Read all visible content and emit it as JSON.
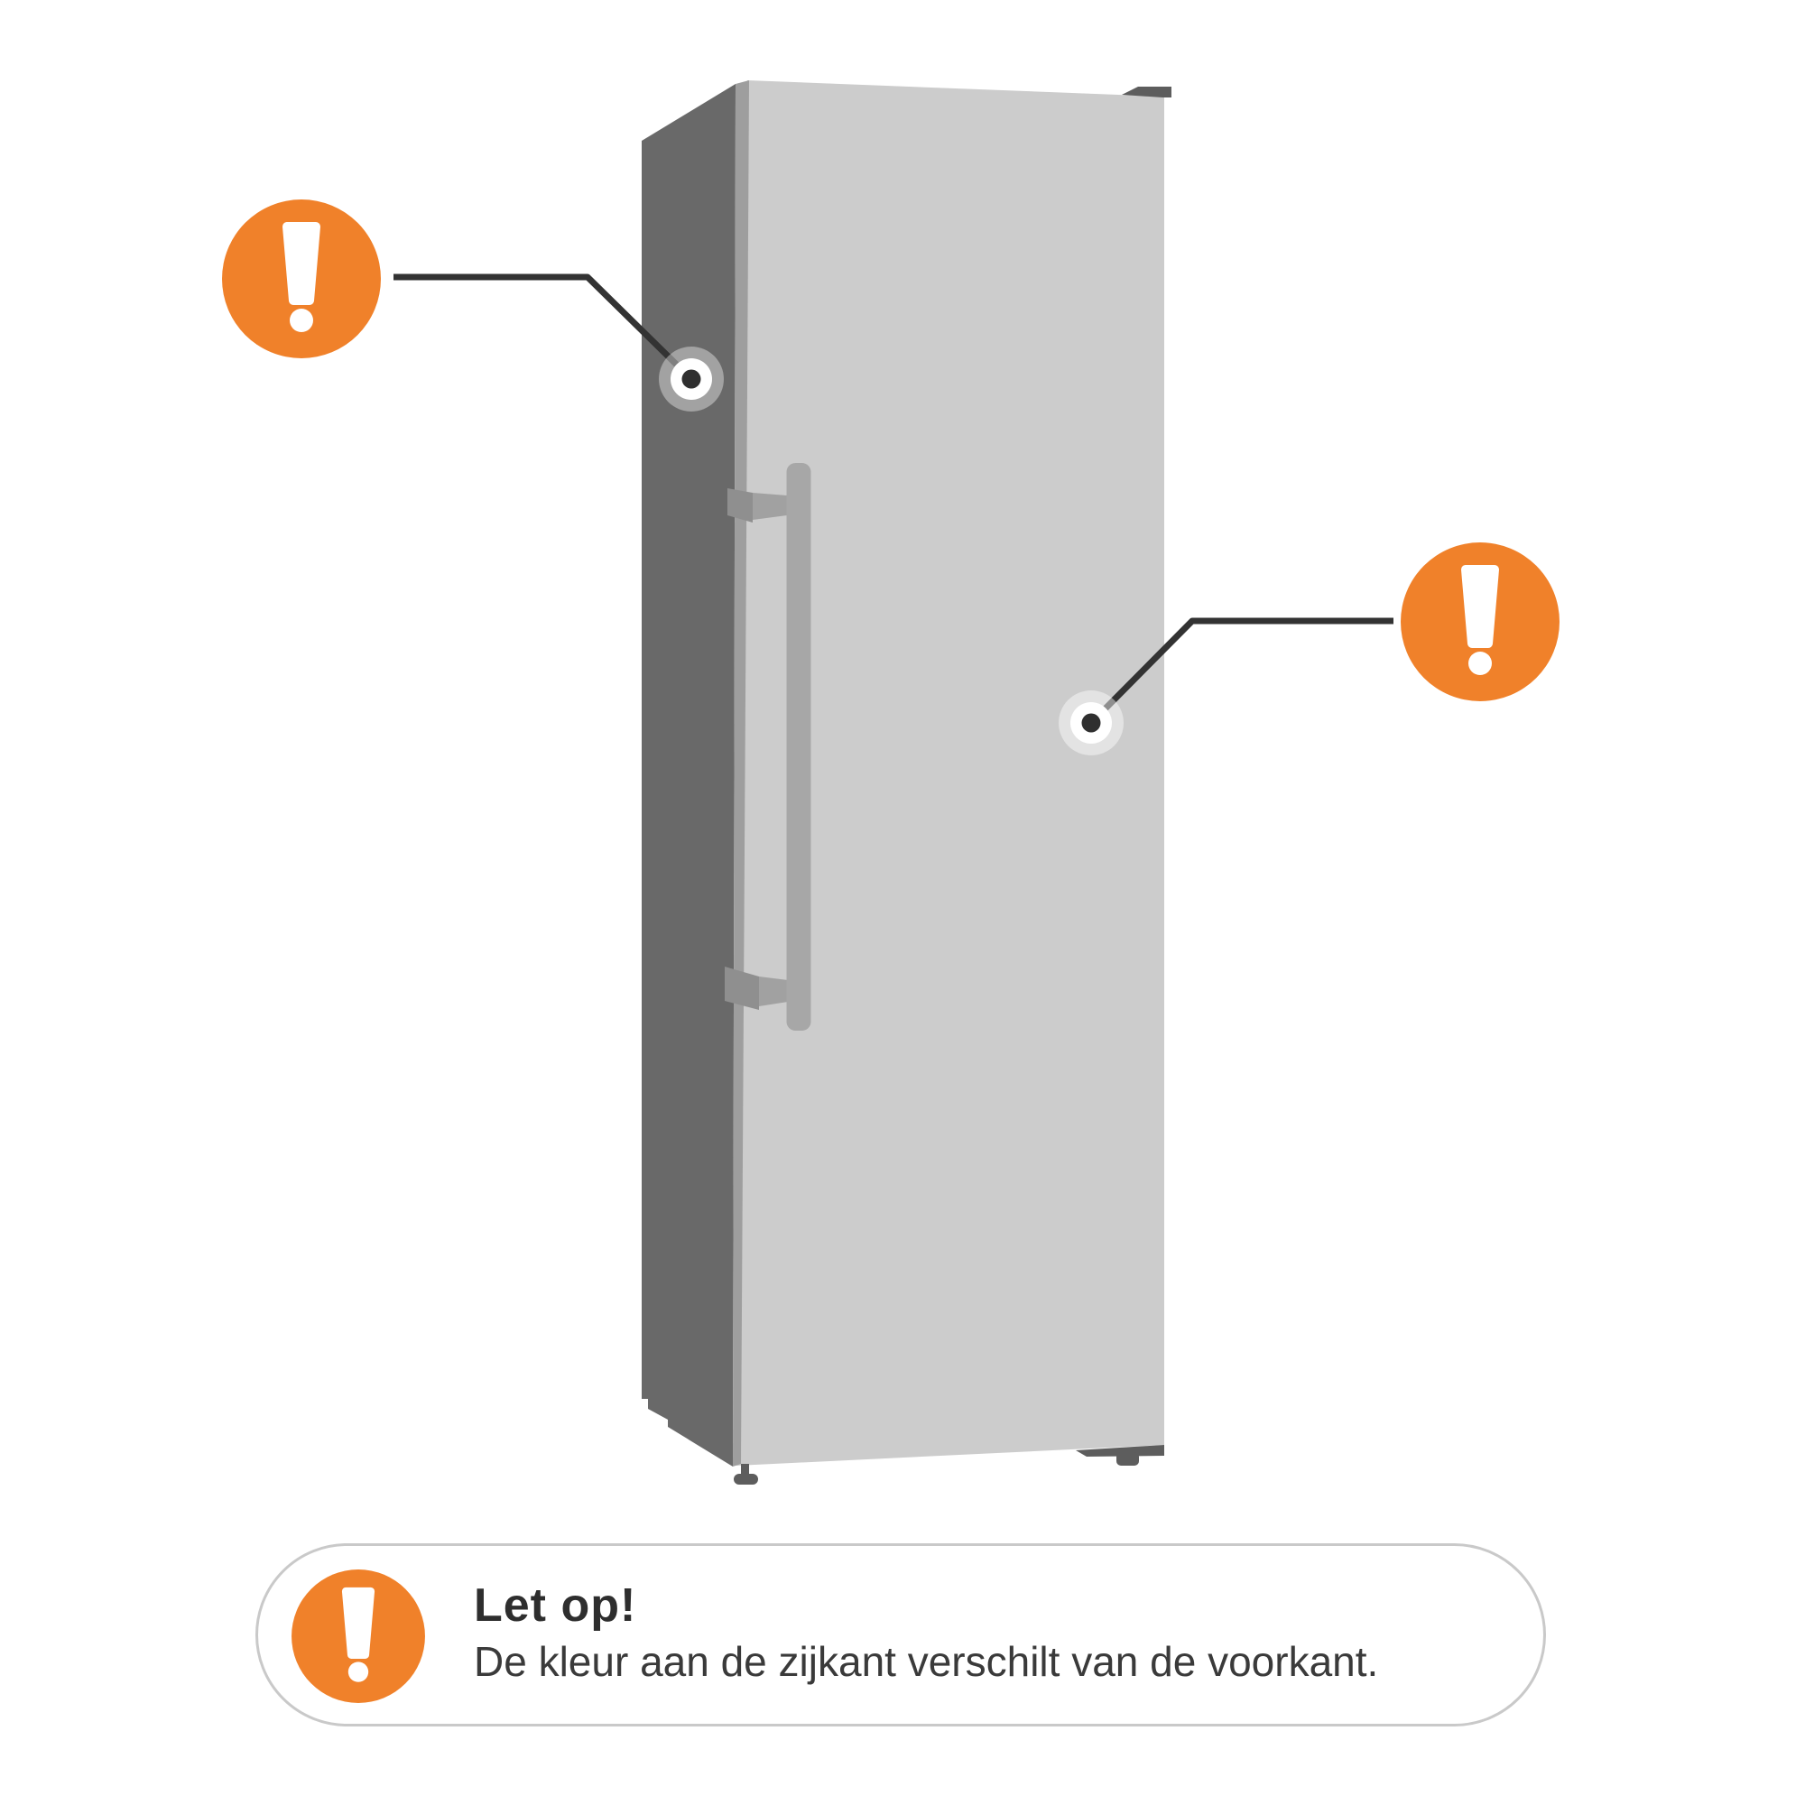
{
  "note": {
    "icon": "warning-exclamation-icon",
    "title": "Let op!",
    "body": "De kleur aan de zijkant verschilt van de voorkant."
  },
  "callouts": {
    "left": {
      "icon": "warning-exclamation-icon",
      "marker": "target-dot-marker"
    },
    "right": {
      "icon": "warning-exclamation-icon",
      "marker": "target-dot-marker"
    }
  },
  "colors": {
    "accent_orange": "#F0812A",
    "connector_line": "#333333",
    "marker_dot": "#2F2F2F",
    "fridge_side": "#696969",
    "fridge_front": "#CCCCCC",
    "fridge_edge": "#9E9E9E",
    "fridge_handle": "#A7A7A7",
    "fridge_dark_parts": "#5D5D5D",
    "note_border": "#C9C9C9"
  }
}
